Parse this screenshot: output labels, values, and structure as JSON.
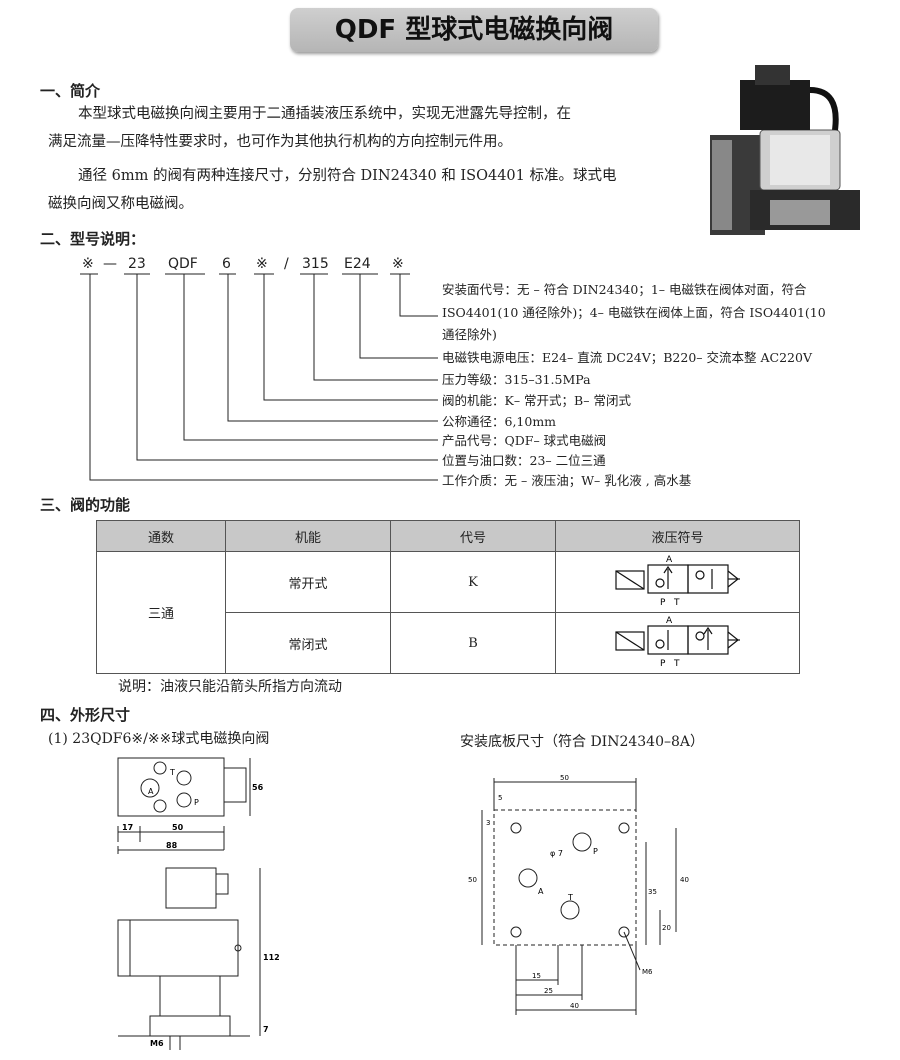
{
  "title": "QDF 型球式电磁换向阀",
  "intro": {
    "heading": "一、简介",
    "p1_line1": "本型球式电磁换向阀主要用于二通插装液压系统中，实现无泄露先导控制，在",
    "p1_line2": "满足流量—压降特性要求时，也可作为其他执行机构的方向控制元件用。",
    "p2_line1": "通径 6mm 的阀有两种连接尺寸，分别符合 DIN24340 和 ISO4401 标准。球式电",
    "p2_line2": "磁换向阀又称电磁阀。"
  },
  "model": {
    "heading": "二、型号说明：",
    "codes": [
      "※",
      "—",
      "23",
      "QDF",
      "6",
      "※",
      "/",
      "315",
      "E24",
      "※"
    ],
    "desc": [
      "安装面代号：无 – 符合 DIN24340；1– 电磁铁在阀体对面，符合",
      "ISO4401(10 通径除外)；4– 电磁铁在阀体上面，符合 ISO4401(10",
      "通径除外)",
      "电磁铁电源电压：E24– 直流 DC24V；B220– 交流本整 AC220V",
      "压力等级：315–31.5MPa",
      "阀的机能：K– 常开式；B– 常闭式",
      "公称通径：6,10mm",
      "产品代号：QDF– 球式电磁阀",
      "位置与油口数：23– 二位三通",
      "工作介质：无 – 液压油；W– 乳化液 , 高水基"
    ]
  },
  "function": {
    "heading": "三、阀的功能",
    "headers": [
      "通数",
      "机能",
      "代号",
      "液压符号"
    ],
    "group": "三通",
    "rows": [
      {
        "func": "常开式",
        "code": "K"
      },
      {
        "func": "常闭式",
        "code": "B"
      }
    ],
    "note": "说明：油液只能沿箭头所指方向流动",
    "ports": {
      "a": "A",
      "p": "P",
      "t": "T"
    }
  },
  "dims": {
    "heading": "四、外形尺寸",
    "sub1": "(1)  23QDF6※/※※球式电磁换向阀",
    "sub2": "安装底板尺寸（符合 DIN24340–8A）",
    "left": {
      "d17": "17",
      "d50": "50",
      "d88": "88",
      "d56": "56",
      "d112": "112",
      "d7": "7",
      "m6": "M6",
      "portT": "T",
      "portA": "A",
      "portP": "P"
    },
    "right": {
      "d50top": "50",
      "d50left": "50",
      "d35": "35",
      "d40r": "40",
      "d20": "20",
      "d15": "15",
      "d25": "25",
      "d40b": "40",
      "d5": "5",
      "d3": "3",
      "phi7": "φ 7",
      "m6": "M6",
      "portP": "P",
      "portA": "A",
      "portT": "T"
    }
  }
}
